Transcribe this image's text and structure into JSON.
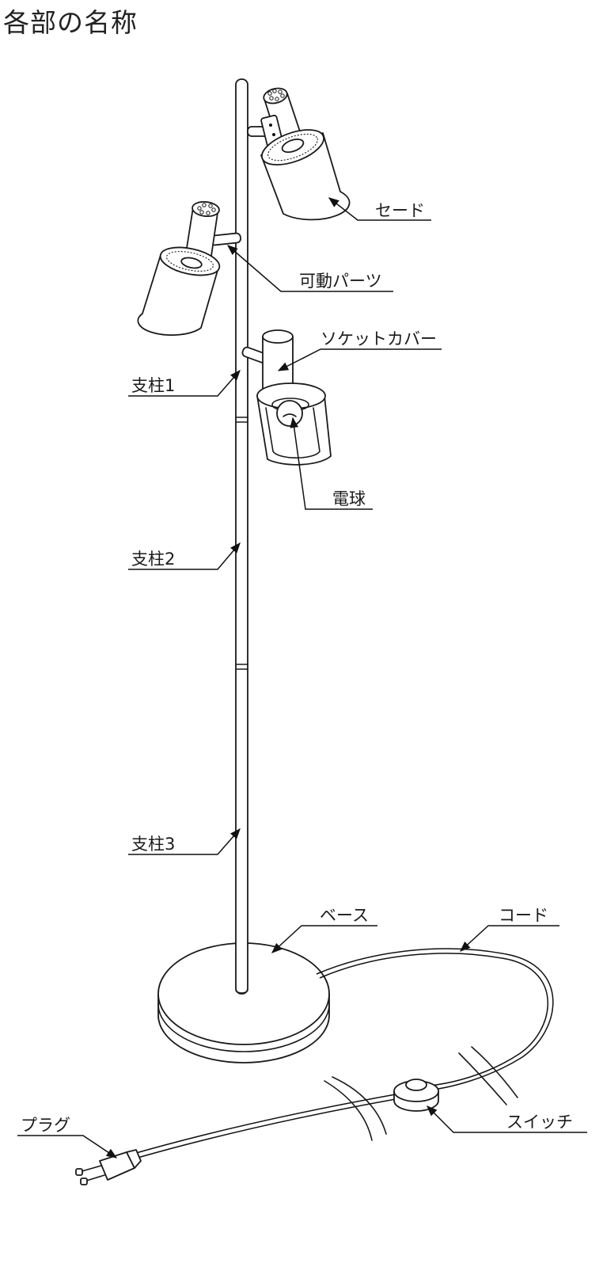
{
  "title": "各部の名称",
  "labels": {
    "shade": "セード",
    "movable_part": "可動パーツ",
    "socket_cover": "ソケットカバー",
    "pole1": "支柱1",
    "bulb": "電球",
    "pole2": "支柱2",
    "pole3": "支柱3",
    "base": "ベース",
    "cord": "コード",
    "plug": "プラグ",
    "switch": "スイッチ"
  }
}
